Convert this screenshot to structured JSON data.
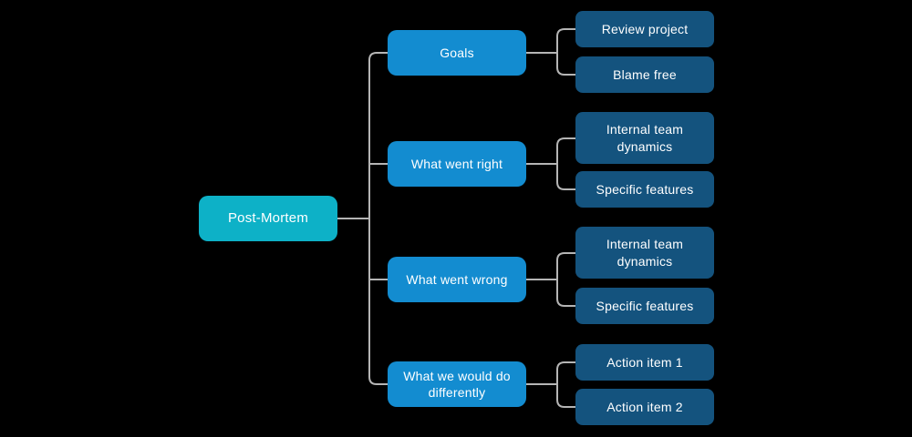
{
  "diagram": {
    "type": "mindmap",
    "colors": {
      "background": "#000000",
      "root_node": "#0db1c7",
      "branch_node": "#138cd0",
      "leaf_node": "#14537e",
      "connector": "#b5b5b5",
      "text": "#ffffff"
    },
    "root": {
      "label": "Post-Mortem"
    },
    "branches": [
      {
        "label": "Goals",
        "children": [
          {
            "label": "Review project"
          },
          {
            "label": "Blame free"
          }
        ]
      },
      {
        "label": "What went right",
        "children": [
          {
            "label": "Internal team dynamics"
          },
          {
            "label": "Specific features"
          }
        ]
      },
      {
        "label": "What went wrong",
        "children": [
          {
            "label": "Internal team dynamics"
          },
          {
            "label": "Specific features"
          }
        ]
      },
      {
        "label": "What we would do differently",
        "children": [
          {
            "label": "Action item 1"
          },
          {
            "label": "Action item 2"
          }
        ]
      }
    ]
  }
}
